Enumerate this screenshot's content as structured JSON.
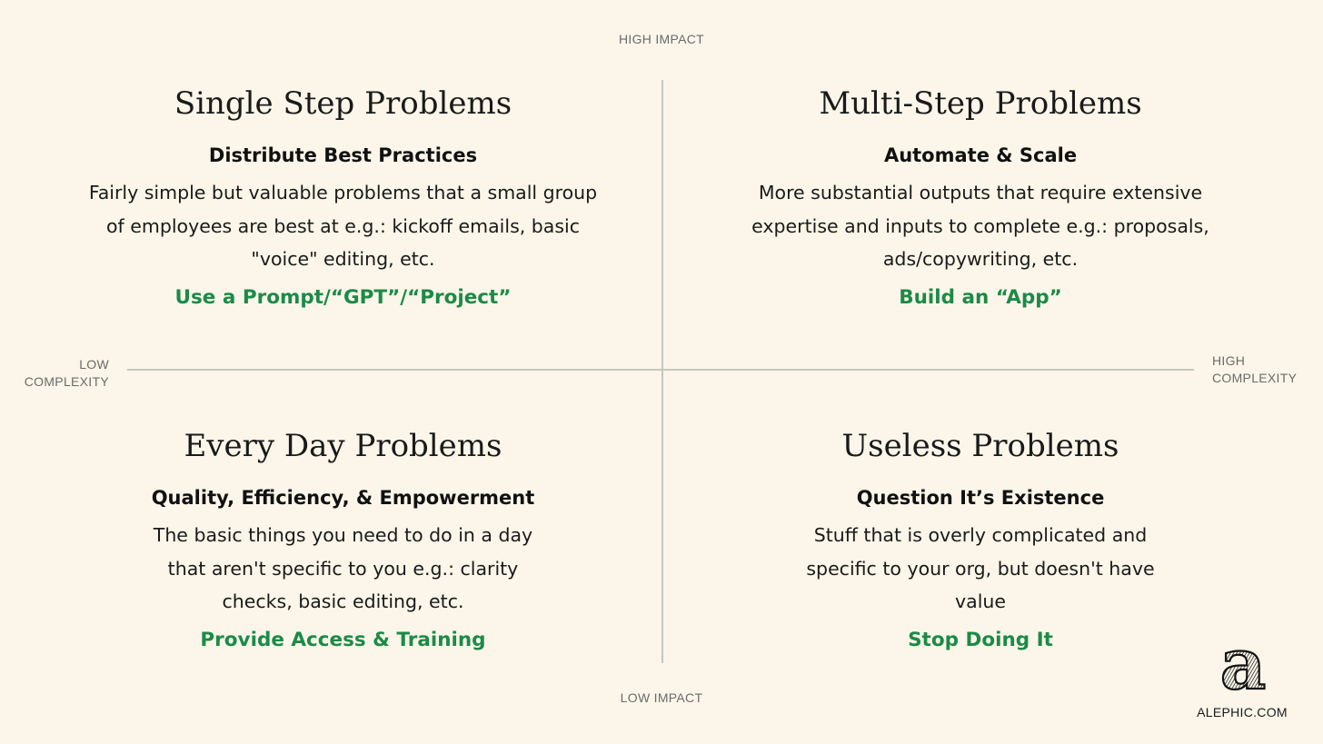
{
  "axes": {
    "top": "HIGH IMPACT",
    "bottom": "LOW IMPACT",
    "left_line1": "LOW",
    "left_line2": "COMPLEXITY",
    "right_line1": "HIGH",
    "right_line2": "COMPLEXITY"
  },
  "quadrants": {
    "top_left": {
      "title": "Single Step Problems",
      "subtitle": "Distribute Best Practices",
      "description": "Fairly simple but valuable problems that a small group of employees are best at e.g.: kickoff emails, basic \"voice\" editing, etc.",
      "action": "Use a Prompt/“GPT”/“Project”"
    },
    "top_right": {
      "title": "Multi-Step Problems",
      "subtitle": "Automate & Scale",
      "description": "More substantial outputs that require extensive expertise and inputs to complete e.g.: proposals, ads/copywriting, etc.",
      "action": "Build an “App”"
    },
    "bottom_left": {
      "title": "Every Day Problems",
      "subtitle": "Quality, Efficiency, & Empowerment",
      "description": "The basic things you need to do in a day that aren't specific to you e.g.: clarity checks, basic editing, etc.",
      "action": "Provide Access & Training"
    },
    "bottom_right": {
      "title": "Useless Problems",
      "subtitle": "Question It’s Existence",
      "description": "Stuff that is overly complicated and specific to your org, but doesn't have value",
      "action": "Stop Doing It"
    }
  },
  "brand": {
    "logo_icon": "aleph-a-logo",
    "logo_letter": "a",
    "site": "ALEPHIC.COM"
  },
  "colors": {
    "background": "#fbf6e9",
    "accent_green": "#1c8a48",
    "axis_line": "#c4c7c0"
  }
}
